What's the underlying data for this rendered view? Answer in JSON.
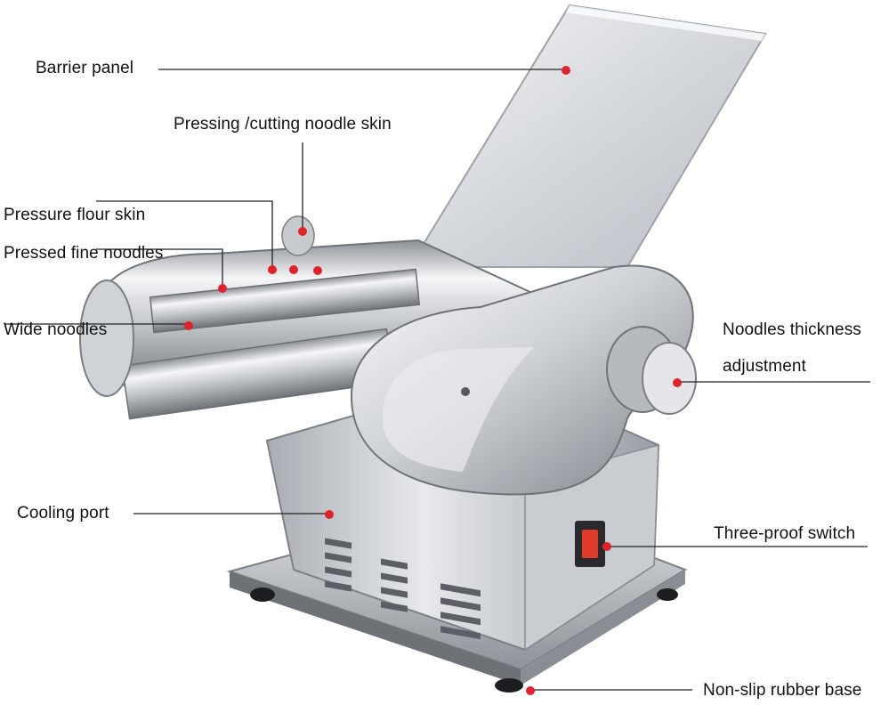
{
  "labels": {
    "barrier_panel": "Barrier panel",
    "pressing_cutting": "Pressing /cutting noodle skin",
    "pressure_flour_skin": "Pressure flour skin",
    "pressed_fine_noodles": "Pressed fine noodles",
    "wide_noodles": "Wide noodles",
    "noodles_thickness_line1": "Noodles thickness",
    "noodles_thickness_line2": "adjustment",
    "cooling_port": "Cooling port",
    "three_proof_switch": "Three-proof switch",
    "non_slip_base": "Non-slip rubber base"
  },
  "colors": {
    "marker": "#e2222a",
    "leader_line": "#222222",
    "switch": "#e23a2a"
  }
}
